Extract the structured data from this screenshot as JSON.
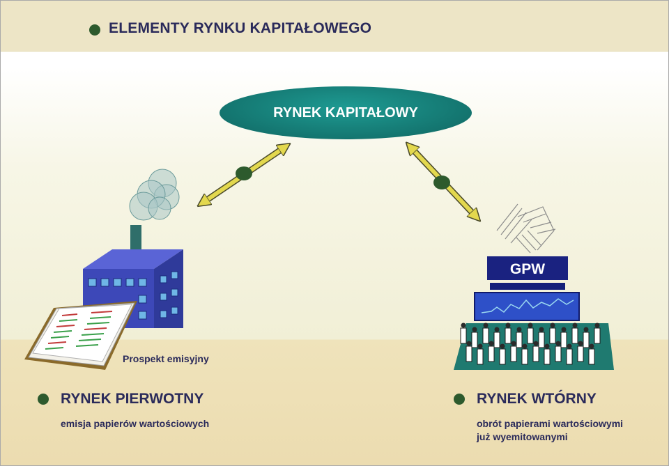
{
  "header": {
    "title": "ELEMENTY RYNKU KAPITAŁOWEGO"
  },
  "center": {
    "label": "RYNEK KAPITAŁOWY"
  },
  "left": {
    "title": "RYNEK PIERWOTNY",
    "subtitle": "emisja papierów wartościowych",
    "caption": "Prospekt emisyjny"
  },
  "right": {
    "title": "RYNEK WTÓRNY",
    "subtitle_line1": "obrót papierami wartościowymi",
    "subtitle_line2": "już wyemitowanymi",
    "exchange_sign": "GPW"
  },
  "colors": {
    "bullet": "#2d5a2d",
    "ellipse": "#157a74",
    "arrow": "#e3d84e",
    "text": "#2a2a5a"
  }
}
